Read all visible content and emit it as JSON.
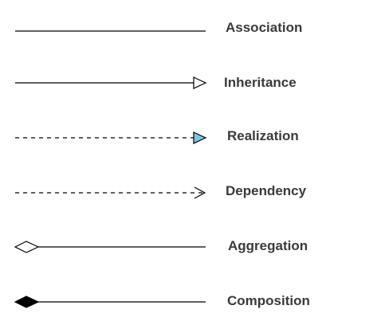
{
  "legend": {
    "rows": [
      {
        "key": "association",
        "label": "Association",
        "line": "solid",
        "marker": "none"
      },
      {
        "key": "inheritance",
        "label": "Inheritance",
        "line": "solid",
        "marker": "hollow-triangle"
      },
      {
        "key": "realization",
        "label": "Realization",
        "line": "dashed",
        "marker": "filled-triangle"
      },
      {
        "key": "dependency",
        "label": "Dependency",
        "line": "dashed",
        "marker": "open-arrow"
      },
      {
        "key": "aggregation",
        "label": "Aggregation",
        "line": "solid",
        "marker": "hollow-diamond"
      },
      {
        "key": "composition",
        "label": "Composition",
        "line": "solid",
        "marker": "filled-diamond"
      }
    ]
  },
  "colors": {
    "line": "#000000",
    "label": "#3a3a3a",
    "realization_fill": "#7fc4e8",
    "background": "#ffffff"
  }
}
